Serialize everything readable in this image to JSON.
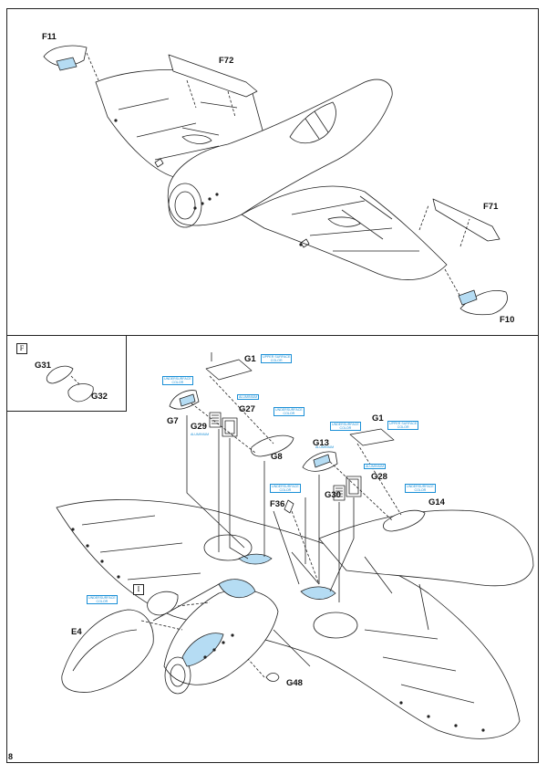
{
  "page_number": "8",
  "top_panel": {
    "labels": {
      "f11": "F11",
      "f72": "F72",
      "f71": "F71",
      "f10": "F10"
    }
  },
  "inset_panel": {
    "marker": "F",
    "labels": {
      "g31": "G31",
      "g32": "G32"
    }
  },
  "bottom_panel": {
    "labels": {
      "g1_left": "G1",
      "g1_right": "G1",
      "g27": "G27",
      "g7": "G7",
      "g29": "G29",
      "g8": "G8",
      "g13": "G13",
      "g28": "G28",
      "g30": "G30",
      "g14": "G14",
      "f36": "F36",
      "e4": "E4",
      "g48": "G48"
    },
    "marker": "I"
  },
  "callouts": {
    "upper_surface_color_1": [
      "UPPER SURFACE",
      "COLOR"
    ],
    "upper_surface_color_2": [
      "UPPER SURFACE",
      "COLOR"
    ],
    "undersurface_color_1": [
      "UNDERSURFACE",
      "COLOR"
    ],
    "undersurface_color_2": [
      "UNDERSURFACE",
      "COLOR"
    ],
    "undersurface_color_3": [
      "UNDERSURFACE",
      "COLOR"
    ],
    "undersurface_color_4": [
      "UNDERSURFACE",
      "COLOR"
    ],
    "undersurface_color_5": [
      "UNDERSURFACE",
      "COLOR"
    ],
    "aluminium_1": "ALUMINIUM",
    "aluminium_2": "ALUMINIUM",
    "aluminium_3": "ALUMINIUM",
    "aluminium_4": "ALUMINIUM"
  },
  "colors": {
    "highlight_blue": "#b5dcf3",
    "callout_blue": "#1a8fd6",
    "line": "#222222"
  }
}
